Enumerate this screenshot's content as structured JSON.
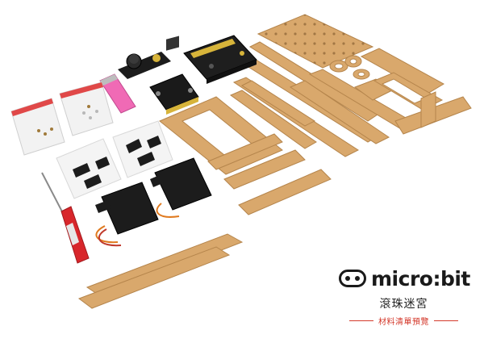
{
  "brand": {
    "logo_text": "micro:bit",
    "subtitle": "滾珠迷宮",
    "caption": "材料清單預覽"
  },
  "colors": {
    "wood": "#d9a86c",
    "wood_edge": "#b5854c",
    "background": "#ffffff",
    "accent_red": "#d43a2c",
    "servo_black": "#1c1c1c"
  }
}
